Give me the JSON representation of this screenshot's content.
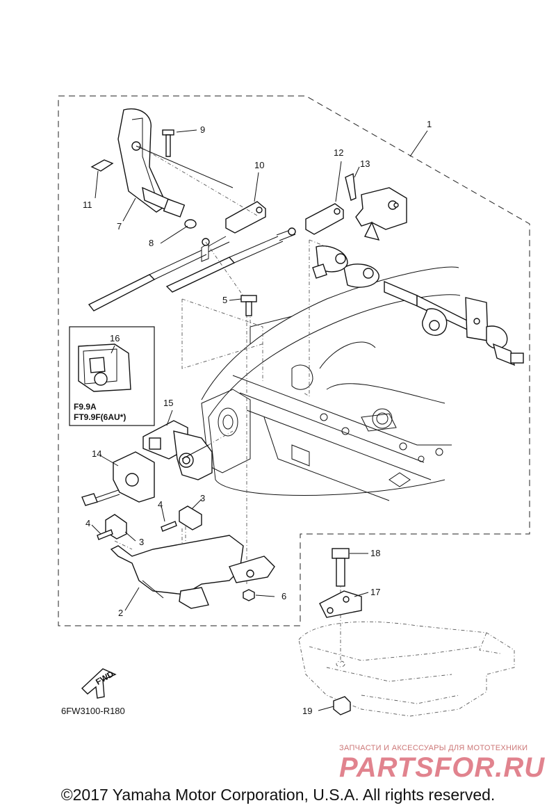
{
  "callouts": {
    "c1": "1",
    "c2": "2",
    "c3a": "3",
    "c3b": "3",
    "c4a": "4",
    "c4b": "4",
    "c5": "5",
    "c6": "6",
    "c7": "7",
    "c8": "8",
    "c9": "9",
    "c10": "10",
    "c11": "11",
    "c12": "12",
    "c13": "13",
    "c14": "14",
    "c15": "15",
    "c16": "16",
    "c17": "17",
    "c18": "18",
    "c19": "19"
  },
  "inset_box": {
    "line1": "F9.9A",
    "line2": "FT9.9F(6AU*)"
  },
  "fwd_label": "FWD",
  "diagram_code": "6FW3100-R180",
  "watermark": {
    "small": "ЗАПЧАСТИ И АКСЕССУАРЫ ДЛЯ МОТОТЕХНИКИ",
    "big": "PARTSFOR.RU"
  },
  "copyright": "©2017 Yamaha Motor Corporation, U.S.A. All rights reserved."
}
